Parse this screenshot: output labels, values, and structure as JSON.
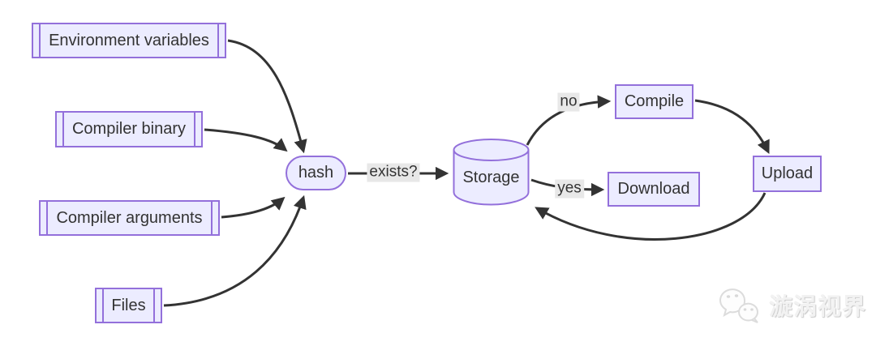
{
  "diagram": {
    "type": "flowchart",
    "nodes": {
      "environment_variables": {
        "label": "Environment variables",
        "shape": "subroutine"
      },
      "compiler_binary": {
        "label": "Compiler binary",
        "shape": "subroutine"
      },
      "compiler_arguments": {
        "label": "Compiler arguments",
        "shape": "subroutine"
      },
      "files": {
        "label": "Files",
        "shape": "subroutine"
      },
      "hash": {
        "label": "hash",
        "shape": "stadium"
      },
      "storage": {
        "label": "Storage",
        "shape": "cylinder"
      },
      "compile": {
        "label": "Compile",
        "shape": "rect"
      },
      "download": {
        "label": "Download",
        "shape": "rect"
      },
      "upload": {
        "label": "Upload",
        "shape": "rect"
      }
    },
    "edge_labels": {
      "exists": "exists?",
      "no": "no",
      "yes": "yes"
    },
    "edges": [
      {
        "from": "Environment variables",
        "to": "hash",
        "label": ""
      },
      {
        "from": "Compiler binary",
        "to": "hash",
        "label": ""
      },
      {
        "from": "Compiler arguments",
        "to": "hash",
        "label": ""
      },
      {
        "from": "Files",
        "to": "hash",
        "label": ""
      },
      {
        "from": "hash",
        "to": "Storage",
        "label": "exists?"
      },
      {
        "from": "Storage",
        "to": "Compile",
        "label": "no"
      },
      {
        "from": "Compile",
        "to": "Upload",
        "label": ""
      },
      {
        "from": "Storage",
        "to": "Download",
        "label": "yes"
      },
      {
        "from": "Upload",
        "to": "Storage",
        "label": ""
      }
    ],
    "colors": {
      "node_fill": "#ECECFF",
      "node_border": "#9370DB",
      "edge": "#333333",
      "edge_label_bg": "#e8e8e8",
      "text": "#333333",
      "background": "#ffffff"
    }
  },
  "watermark": {
    "text": "漩涡视界",
    "icon": "chat-bubbles-logo"
  }
}
